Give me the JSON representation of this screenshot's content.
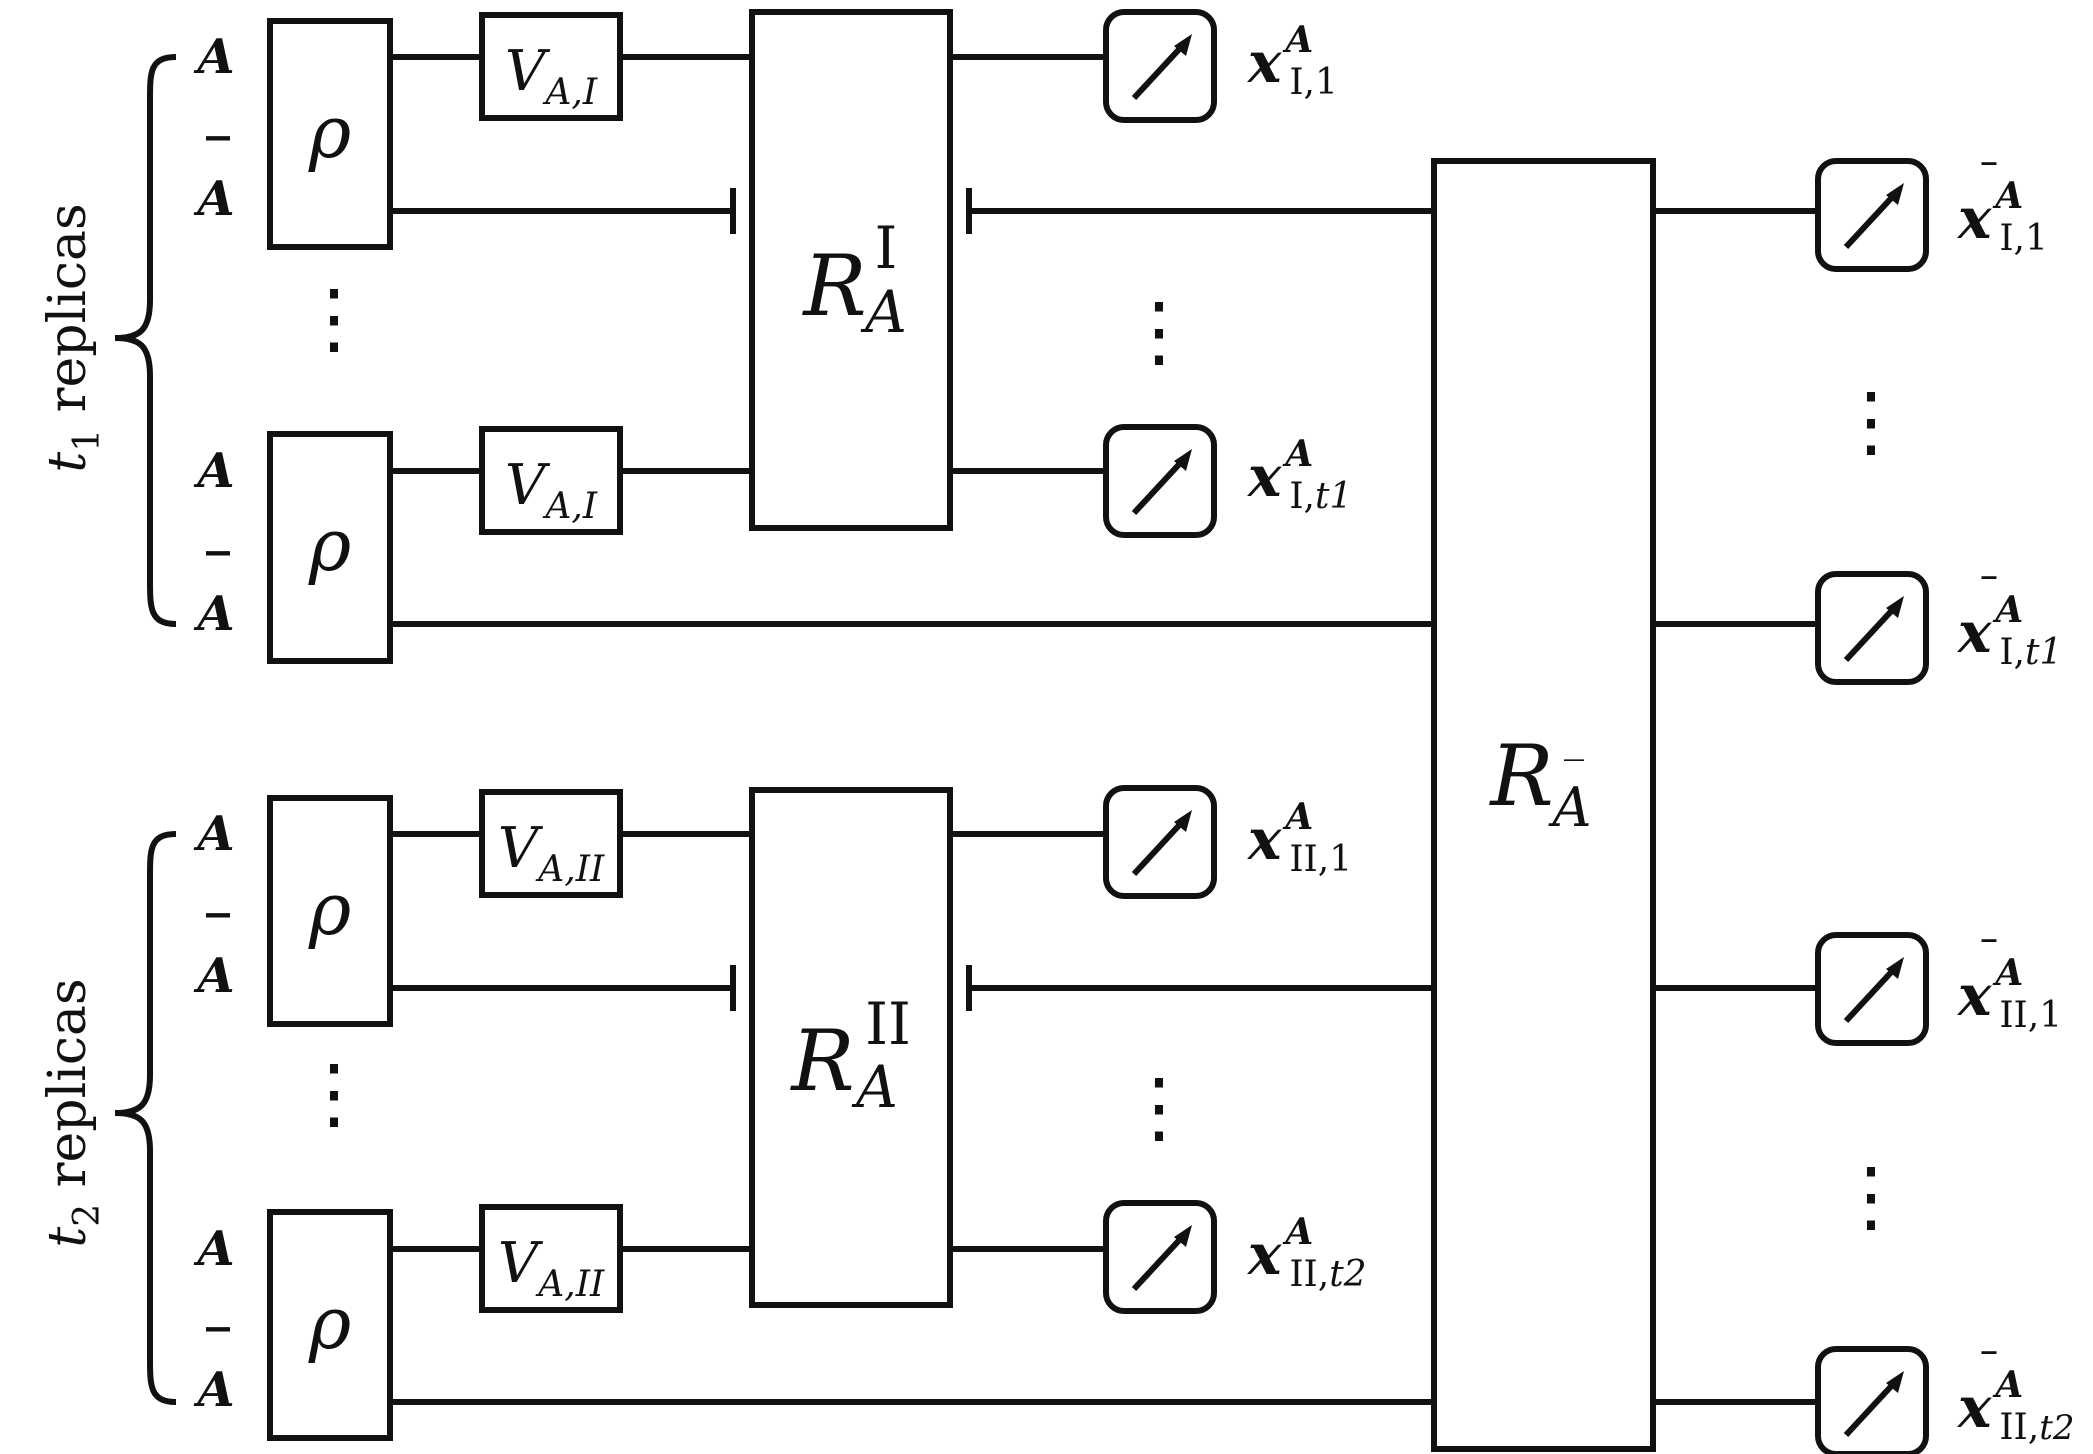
{
  "replica_groups": [
    {
      "label": "t",
      "subscript": "1",
      "suffix": " replicas"
    },
    {
      "label": "t",
      "subscript": "2",
      "suffix": " replicas"
    }
  ],
  "subsystem_labels": {
    "A": "A",
    "Abar": "A",
    "bar_mark": "‾"
  },
  "state_label": "ρ",
  "unitary": {
    "V": "V",
    "group1_sub": "A,I",
    "group2_sub": "A,II"
  },
  "channels": {
    "R_glyph": "R",
    "R_I_sub": "A",
    "R_I_sup": "I",
    "R_II_sub": "A",
    "R_II_sup": "II",
    "R_Abar_sub": "A",
    "R_Abar_bar": "‾"
  },
  "outcomes": {
    "x": "x",
    "A_out": [
      {
        "sub": "I,1",
        "sub_t": "",
        "sup": "A"
      },
      {
        "sub": "I,",
        "sub_t": "t1",
        "sup": "A"
      },
      {
        "sub": "II,1",
        "sub_t": "",
        "sup": "A"
      },
      {
        "sub": "II,",
        "sub_t": "t2",
        "sup": "A"
      }
    ],
    "Abar_out": [
      {
        "sub": "I,1",
        "sub_t": "",
        "sup": "A"
      },
      {
        "sub": "I,",
        "sub_t": "t1",
        "sup": "A"
      },
      {
        "sub": "II,1",
        "sub_t": "",
        "sup": "A"
      },
      {
        "sub": "II,",
        "sub_t": "t2",
        "sup": "A"
      }
    ]
  },
  "ellipsis": "⋮"
}
